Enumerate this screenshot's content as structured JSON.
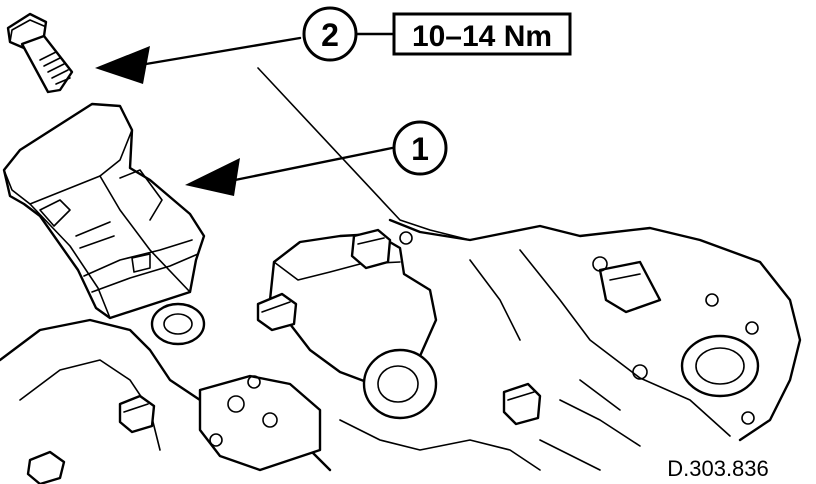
{
  "callouts": {
    "one": "1",
    "two": "2"
  },
  "torque": "10–14 Nm",
  "reference": "D.303.836",
  "colors": {
    "ink": "#000000",
    "paper": "#ffffff"
  }
}
